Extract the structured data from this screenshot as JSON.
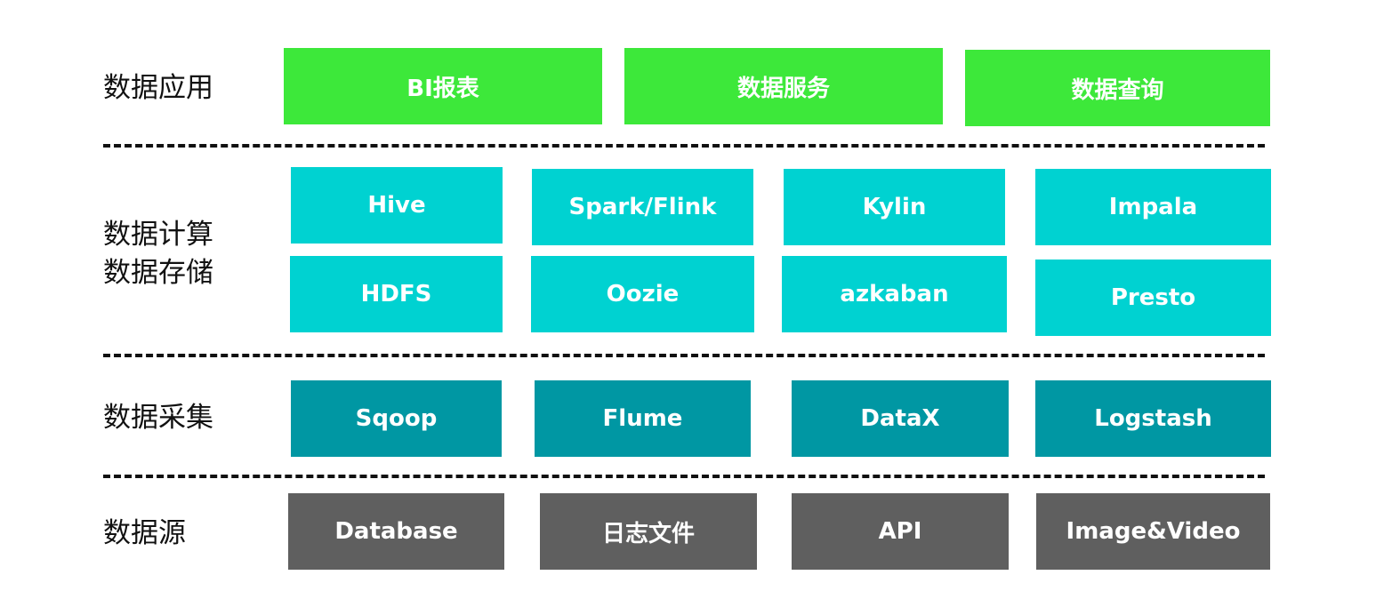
{
  "colors": {
    "application": "#3de83a",
    "compute": "#00d2d1",
    "collect": "#0097a3",
    "source": "#5f5f5f",
    "divider": "#111111"
  },
  "layers": {
    "application": {
      "label": "数据应用",
      "items": [
        "BI报表",
        "数据服务",
        "数据查询"
      ]
    },
    "compute_storage": {
      "label_line1": "数据计算",
      "label_line2": "数据存储",
      "row1": [
        "Hive",
        "Spark/Flink",
        "Kylin",
        "Impala"
      ],
      "row2": [
        "HDFS",
        "Oozie",
        "azkaban",
        "Presto"
      ]
    },
    "collection": {
      "label": "数据采集",
      "items": [
        "Sqoop",
        "Flume",
        "DataX",
        "Logstash"
      ]
    },
    "source": {
      "label": "数据源",
      "items": [
        "Database",
        "日志文件",
        "API",
        "Image&Video"
      ]
    }
  }
}
